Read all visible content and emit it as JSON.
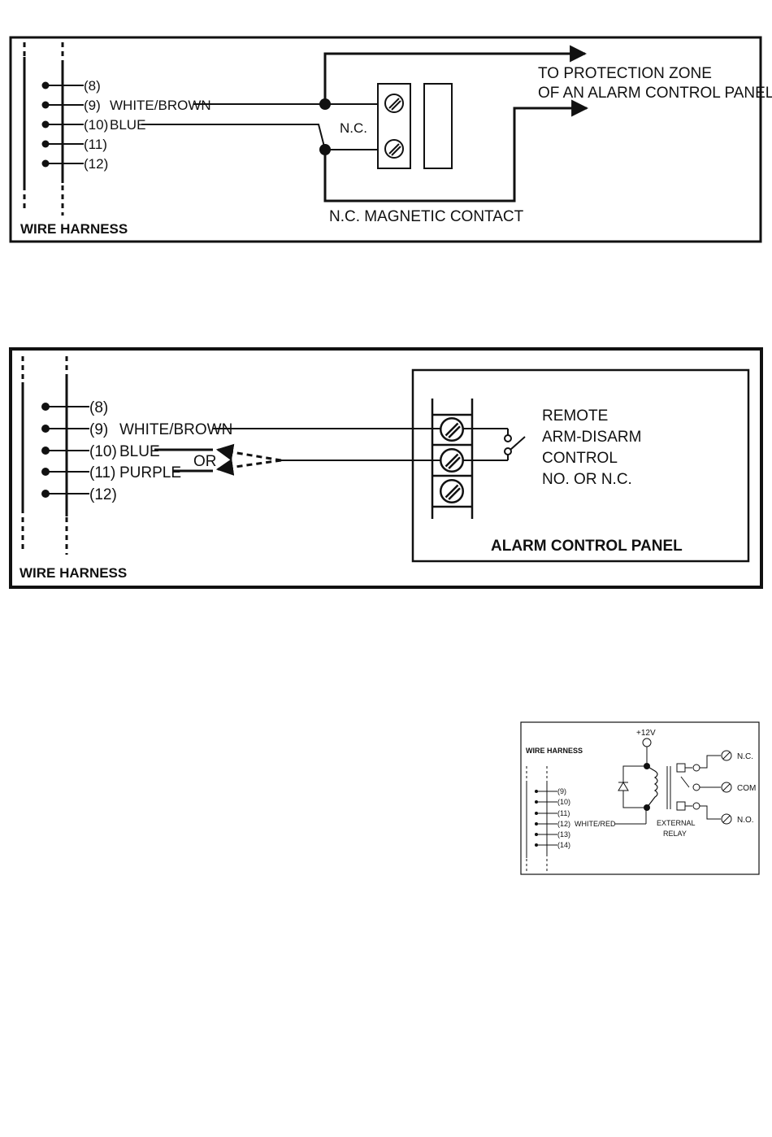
{
  "diagram1": {
    "harness_label": "WIRE HARNESS",
    "pins": [
      "(8)",
      "(9)",
      "(10)",
      "(11)",
      "(12)"
    ],
    "wire_white_brown": "WHITE/BROWN",
    "wire_blue": "BLUE",
    "nc_label": "N.C.",
    "contact_label": "N.C. MAGNETIC CONTACT",
    "zone_line1": "TO PROTECTION ZONE",
    "zone_line2": "OF AN ALARM CONTROL PANEL"
  },
  "diagram2": {
    "harness_label": "WIRE HARNESS",
    "pins": [
      "(8)",
      "(9)",
      "(10)",
      "(11)",
      "(12)"
    ],
    "wire_white_brown": "WHITE/BROWN",
    "wire_blue": "BLUE",
    "wire_purple": "PURPLE",
    "or_label": "OR",
    "remote_line1": "REMOTE",
    "remote_line2": "ARM-DISARM",
    "remote_line3": "CONTROL",
    "remote_line4": "NO. OR N.C.",
    "panel_label": "ALARM CONTROL PANEL"
  },
  "diagram3": {
    "harness_label": "WIRE HARNESS",
    "voltage_label": "+12V",
    "pins": [
      "(9)",
      "(10)",
      "(11)",
      "(12)",
      "(13)",
      "(14)"
    ],
    "wire_white_red": "WHITE/RED",
    "relay_line1": "EXTERNAL",
    "relay_line2": "RELAY",
    "terminal_nc": "N.C.",
    "terminal_com": "COM",
    "terminal_no": "N.O."
  }
}
